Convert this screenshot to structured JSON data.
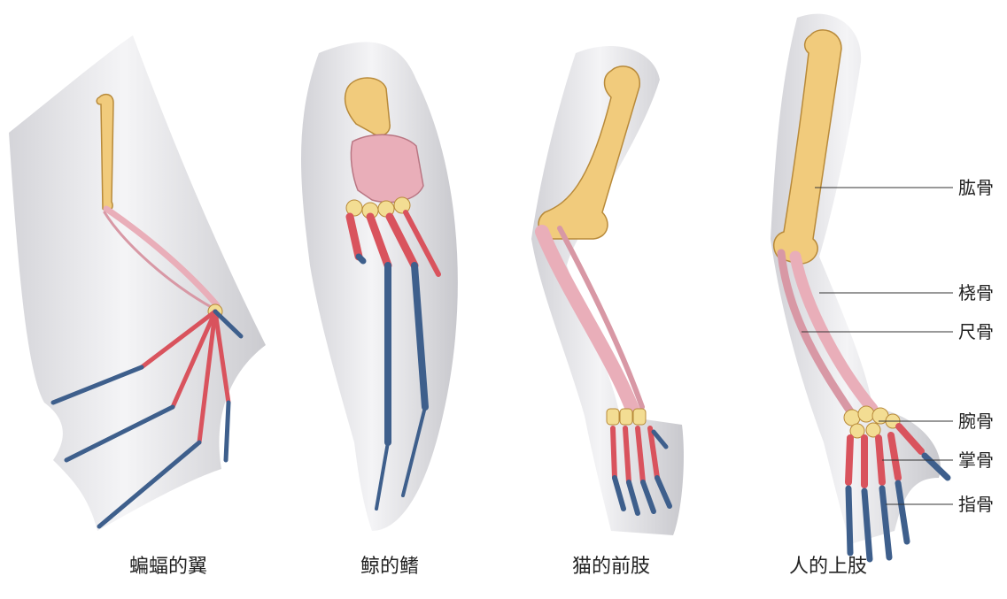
{
  "captions": {
    "bat": "蝙蝠的翼",
    "whale": "鲸的鳍",
    "cat": "猫的前肢",
    "human": "人的上肢"
  },
  "labels": {
    "humerus": "肱骨",
    "radius": "桡骨",
    "ulna": "尺骨",
    "carpals": "腕骨",
    "metacarpals": "掌骨",
    "phalanges": "指骨"
  },
  "colors": {
    "humerus": "#f1cb7c",
    "radius_ulna": "#e9aeb9",
    "carpals": "#f3dd93",
    "metacarpals": "#d9535d",
    "phalanges": "#3e5f8c",
    "limb_shadow": "#d9d9de"
  }
}
